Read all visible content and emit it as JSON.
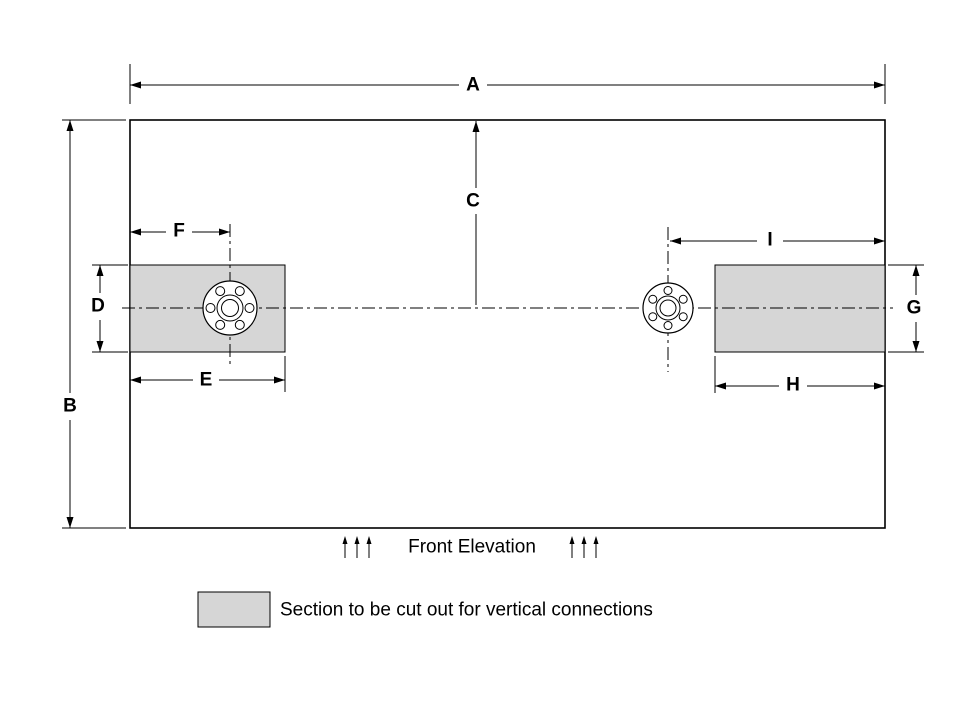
{
  "drawing": {
    "view_title": "Front Elevation",
    "legend": {
      "text": "Section  to be cut out for vertical connections"
    },
    "dimensions": {
      "A": "A",
      "B": "B",
      "C": "C",
      "D": "D",
      "E": "E",
      "F": "F",
      "G": "G",
      "H": "H",
      "I": "I"
    },
    "colors": {
      "line": "#000000",
      "section_fill": "#d6d6d6",
      "background": "#ffffff"
    }
  }
}
